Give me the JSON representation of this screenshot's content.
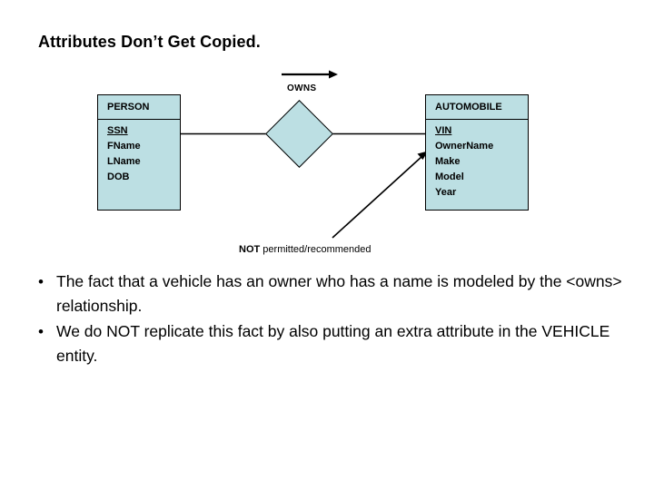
{
  "slide": {
    "title": "Attributes Don’t Get Copied."
  },
  "diagram": {
    "relationship": {
      "label": "OWNS",
      "arrow_icon": "right-arrow-icon"
    },
    "annotation": {
      "emphasis": "NOT",
      "rest": " permitted/recommended"
    },
    "entities": [
      {
        "name": "PERSON",
        "attributes": [
          {
            "label": "SSN",
            "key": true
          },
          {
            "label": "FName",
            "key": false
          },
          {
            "label": "LName",
            "key": false
          },
          {
            "label": "DOB",
            "key": false
          }
        ]
      },
      {
        "name": "AUTOMOBILE",
        "attributes": [
          {
            "label": "VIN",
            "key": true
          },
          {
            "label": "OwnerName",
            "key": false
          },
          {
            "label": "Make",
            "key": false
          },
          {
            "label": "Model",
            "key": false
          },
          {
            "label": "Year",
            "key": false
          }
        ]
      }
    ],
    "colors": {
      "entity_fill": "#bcdfe3",
      "stroke": "#000000"
    }
  },
  "bullets": [
    {
      "marker": "•",
      "text": "The fact that a vehicle has an owner who has a name is modeled by the <owns> relationship."
    },
    {
      "marker": "•",
      "text": "We do NOT replicate this fact by also putting an extra attribute in the VEHICLE entity."
    }
  ]
}
